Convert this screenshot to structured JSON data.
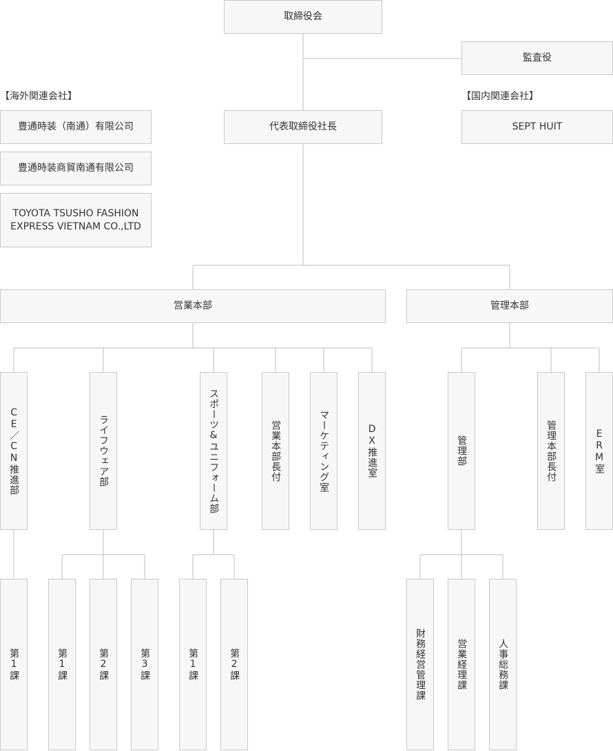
{
  "board": "取締役会",
  "auditor": "監査役",
  "president": "代表取締役社長",
  "overseas": {
    "heading": "【海外関連会社】",
    "items": [
      "豊通時装（南通）有限公司",
      "豊通時装商貿南通有限公司",
      "TOYOTA TSUSHO FASHION EXPRESS VIETNAM CO.,LTD"
    ]
  },
  "domestic": {
    "heading": "【国内関連会社】",
    "items": [
      "SEPT HUIT"
    ]
  },
  "divisions": {
    "sales": "営業本部",
    "admin": "管理本部"
  },
  "sales_depts": [
    "CE／CN推進部",
    "ライフウェア部",
    "スポーツ&ユニフォーム部",
    "営業本部長付",
    "マーケティング室",
    "DX推進室"
  ],
  "admin_depts": [
    "管理部",
    "管理本部長付",
    "ERM室"
  ],
  "sections": {
    "ce": [
      "第1課"
    ],
    "life": [
      "第1課",
      "第2課",
      "第3課"
    ],
    "sports": [
      "第1課",
      "第2課"
    ],
    "kanri": [
      "財務経営管理課",
      "営業経理課",
      "人事総務課"
    ]
  },
  "colors": {
    "box_bg": "#f7f7f7",
    "border": "#c8c8c8",
    "line": "#bdbdbd",
    "text": "#333333"
  }
}
